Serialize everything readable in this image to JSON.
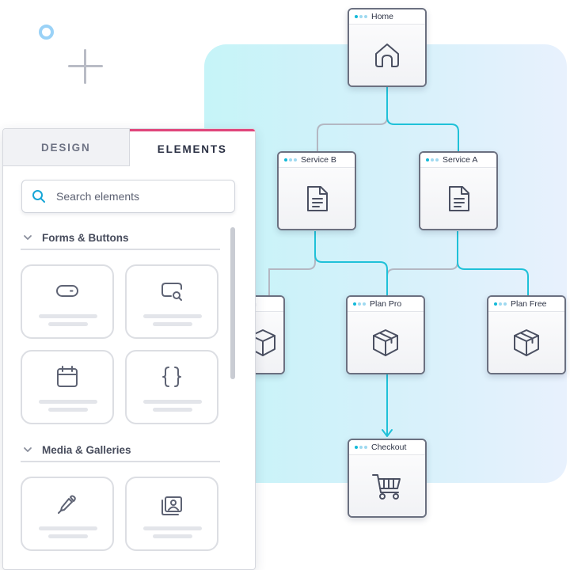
{
  "flow": {
    "nodes": {
      "home": {
        "title": "Home",
        "icon": "home-icon"
      },
      "service_b": {
        "title": "Service B",
        "icon": "document-icon"
      },
      "service_a": {
        "title": "Service A",
        "icon": "document-icon"
      },
      "plan_partial": {
        "title": "m",
        "icon": "box-icon"
      },
      "plan_pro": {
        "title": "Plan Pro",
        "icon": "box-icon"
      },
      "plan_free": {
        "title": "Plan Free",
        "icon": "box-icon"
      },
      "checkout": {
        "title": "Checkout",
        "icon": "cart-icon"
      }
    },
    "colors": {
      "active_link": "#1fc1d8",
      "inactive_link": "#b4b7c2",
      "backdrop": "#c6f4f8"
    }
  },
  "panel": {
    "tabs": [
      {
        "label": "DESIGN",
        "active": false
      },
      {
        "label": "ELEMENTS",
        "active": true
      }
    ],
    "accent_color": "#e0457b",
    "search": {
      "placeholder": "Search elements"
    },
    "sections": [
      {
        "title": "Forms & Buttons",
        "items": [
          "toggle-icon",
          "search-field-icon",
          "calendar-icon",
          "code-braces-icon"
        ]
      },
      {
        "title": "Media & Galleries",
        "items": [
          "pen-icon",
          "gallery-icon"
        ]
      }
    ]
  }
}
